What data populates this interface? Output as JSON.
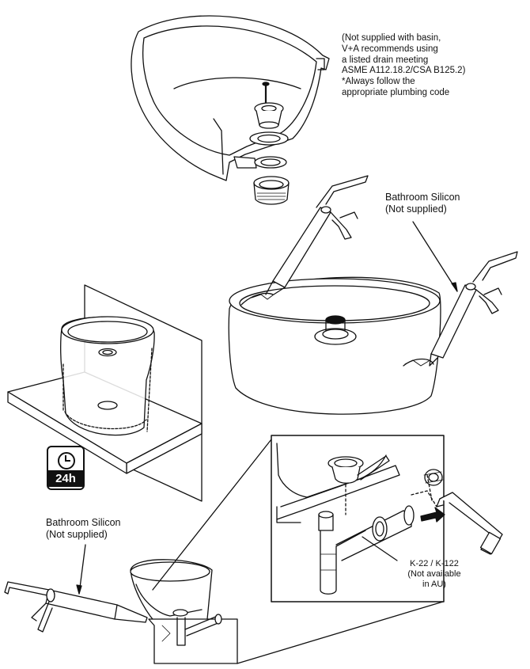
{
  "drain_note": {
    "lines": [
      "(Not  supplied with basin,",
      "V+A recommends using",
      "a listed drain meeting",
      "ASME A112.18.2/CSA B125.2)",
      "*Always follow the",
      "appropriate plumbing code"
    ]
  },
  "silicon_label_top": {
    "line1": "Bathroom Silicon",
    "line2": "(Not supplied)"
  },
  "silicon_label_bottom": {
    "line1": "Bathroom Silicon",
    "line2": "(Not supplied)"
  },
  "cure_time": {
    "text": "24h",
    "icon": "clock-icon"
  },
  "trap_label": {
    "lines": [
      "K-22 / K-122",
      "(Not available",
      "in AU)"
    ]
  }
}
